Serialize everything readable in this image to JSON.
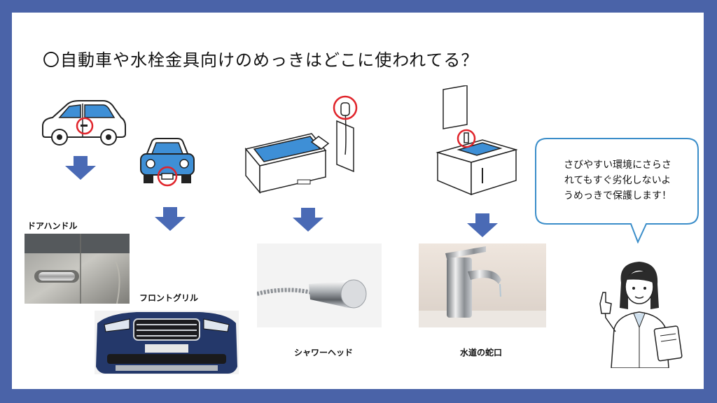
{
  "slide": {
    "title": "〇自動車や水栓金具向けのめっきはどこに使われてる？",
    "labels": {
      "door_handle": "ドアハンドル",
      "front_grill": "フロントグリル",
      "shower_head": "シャワーヘッド",
      "faucet": "水道の蛇口"
    },
    "speech_bubble": {
      "lines": [
        "さびやすい環境にさらさ",
        "れてもすぐ劣化しないよ",
        "うめっきで保護します！"
      ]
    }
  },
  "colors": {
    "frame": "#4a63a8",
    "arrow": "#4a6ab5",
    "highlight": "#e0242b",
    "illustration_blue": "#3e8fd6",
    "bubble_border": "#3a8dc9"
  },
  "icons": [
    "car-side-icon",
    "car-front-icon",
    "bathtub-shower-icon",
    "sink-faucet-icon",
    "down-arrow-icon",
    "woman-pointing-illustration"
  ]
}
